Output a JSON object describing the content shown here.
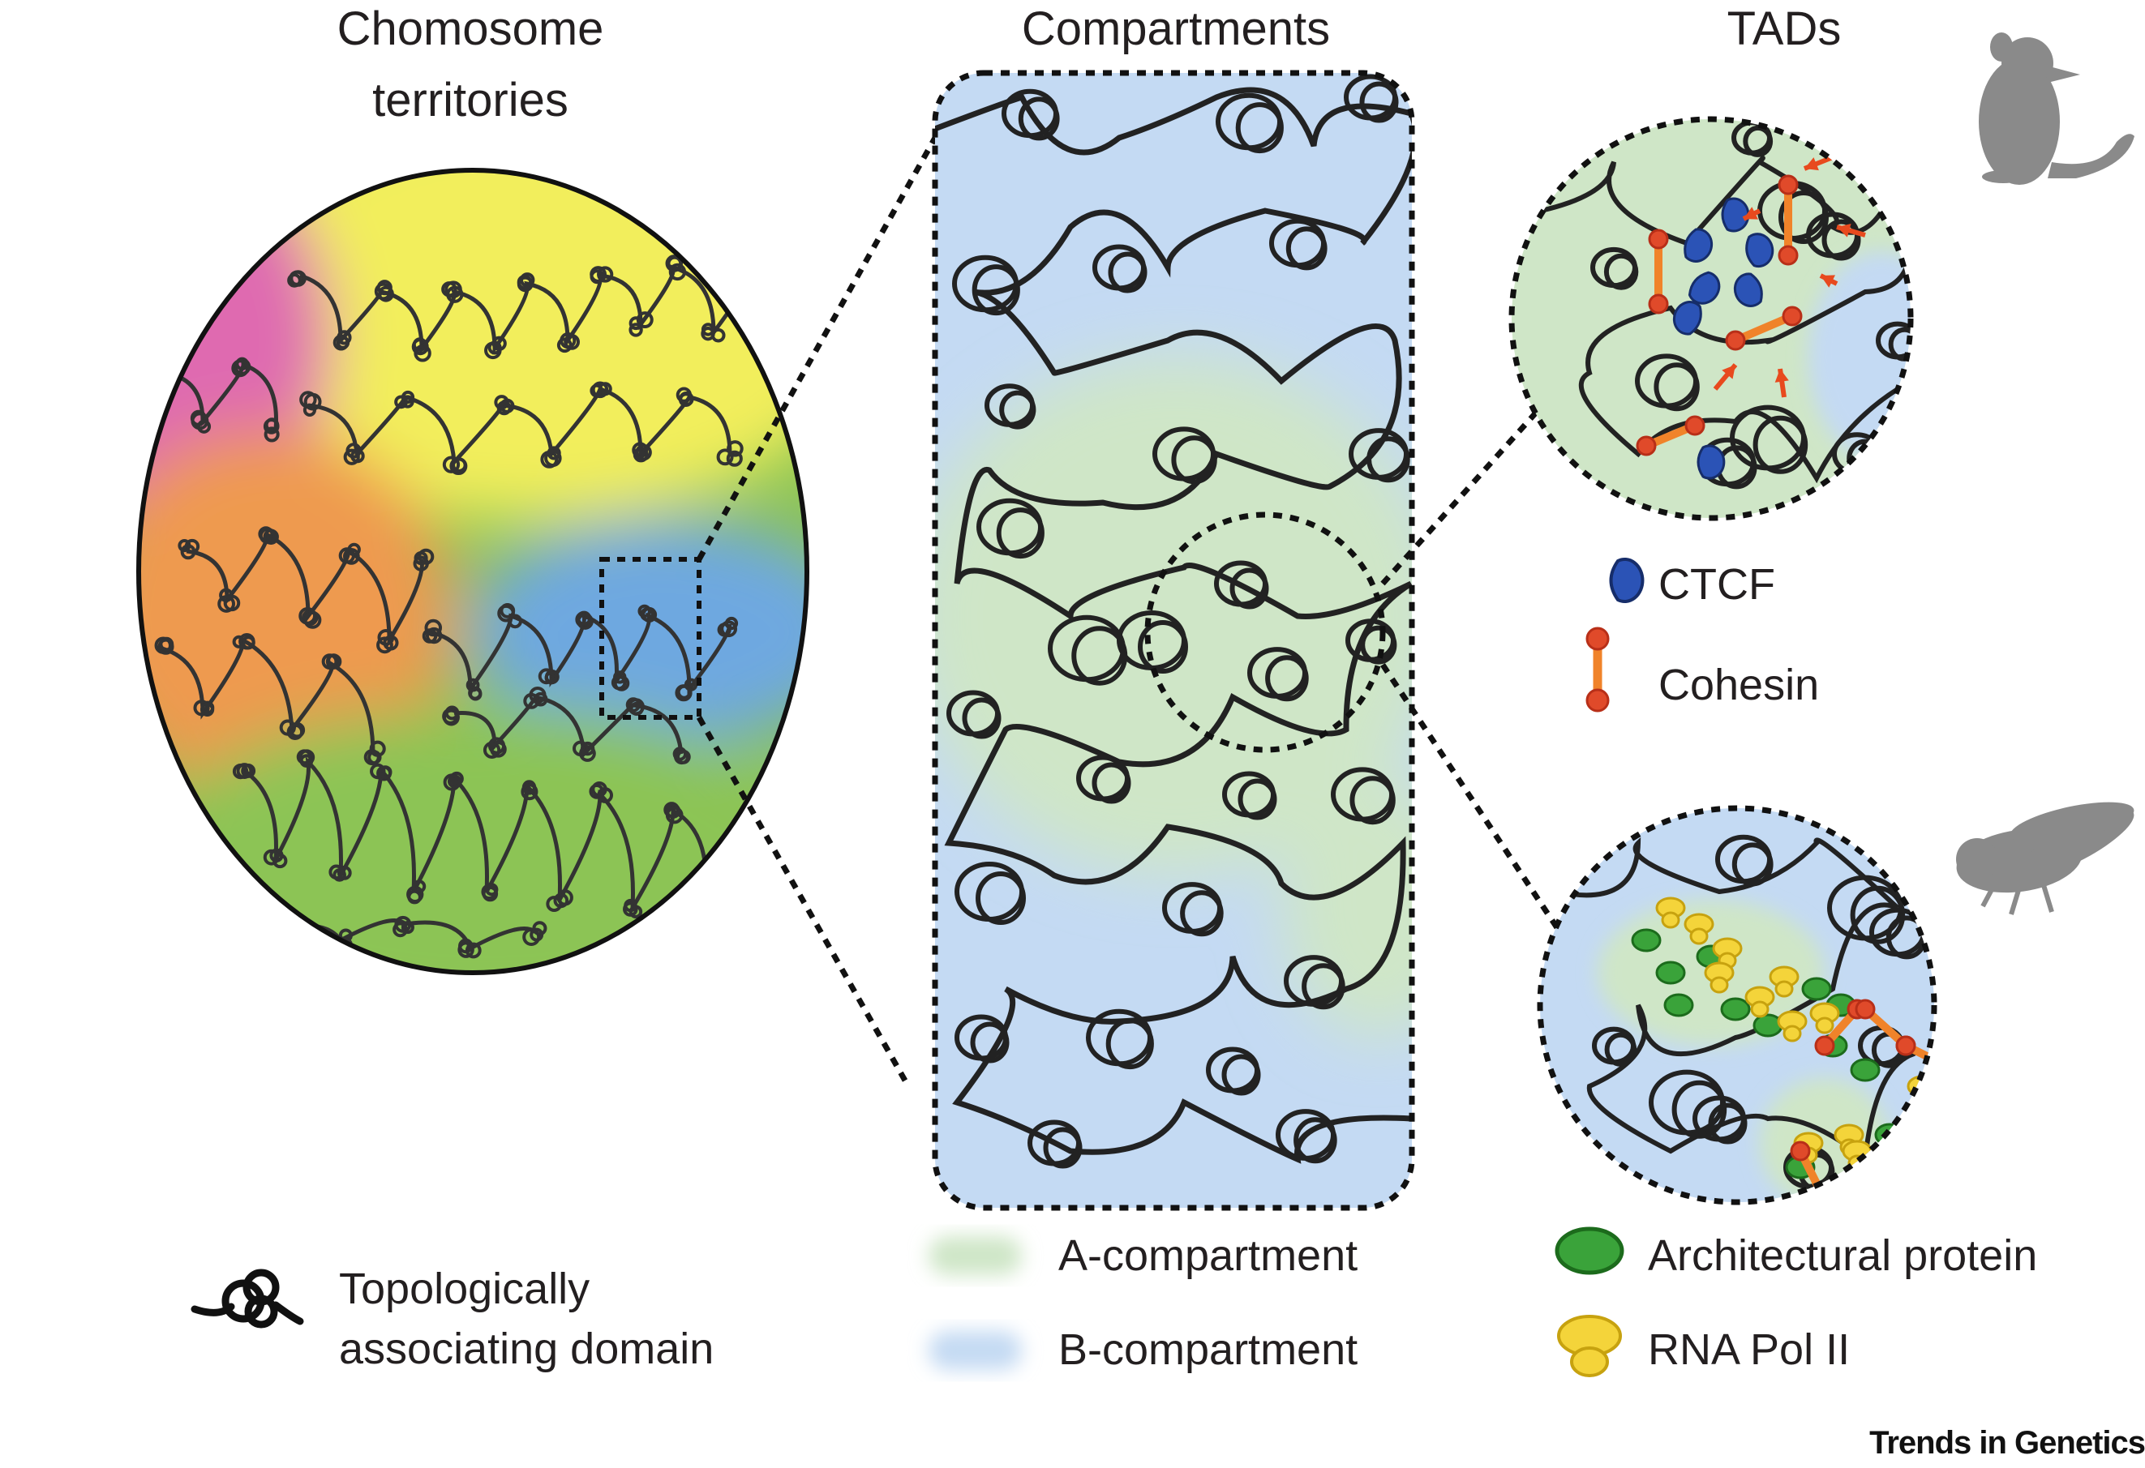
{
  "panels": {
    "territories_title_line1": "Chomosome",
    "territories_title_line2": "territories",
    "compartments_title": "Compartments",
    "tads_title": "TADs"
  },
  "legend": {
    "tad_line1": "Topologically",
    "tad_line2": "associating domain",
    "a_compartment": "A-compartment",
    "b_compartment": "B-compartment",
    "ctcf": "CTCF",
    "cohesin": "Cohesin",
    "architectural_protein": "Architectural protein",
    "rna_pol_ii": "RNA Pol II"
  },
  "colors": {
    "a_compartment": "#cfe6c7",
    "b_compartment": "#c4daf3",
    "territory_yellow": "#f2ee5c",
    "territory_pink": "#df6ab0",
    "territory_orange": "#ee9a4f",
    "territory_blue": "#6ea8e0",
    "territory_green": "#8cc454",
    "ctcf": "#2b53b6",
    "cohesin": "#f0832a",
    "architectural_protein": "#3aa33a",
    "rna_pol_ii": "#f4d43a"
  },
  "icons": [
    "mouse-icon",
    "fly-icon"
  ],
  "footer": {
    "brand": "Trends in Genetics"
  }
}
